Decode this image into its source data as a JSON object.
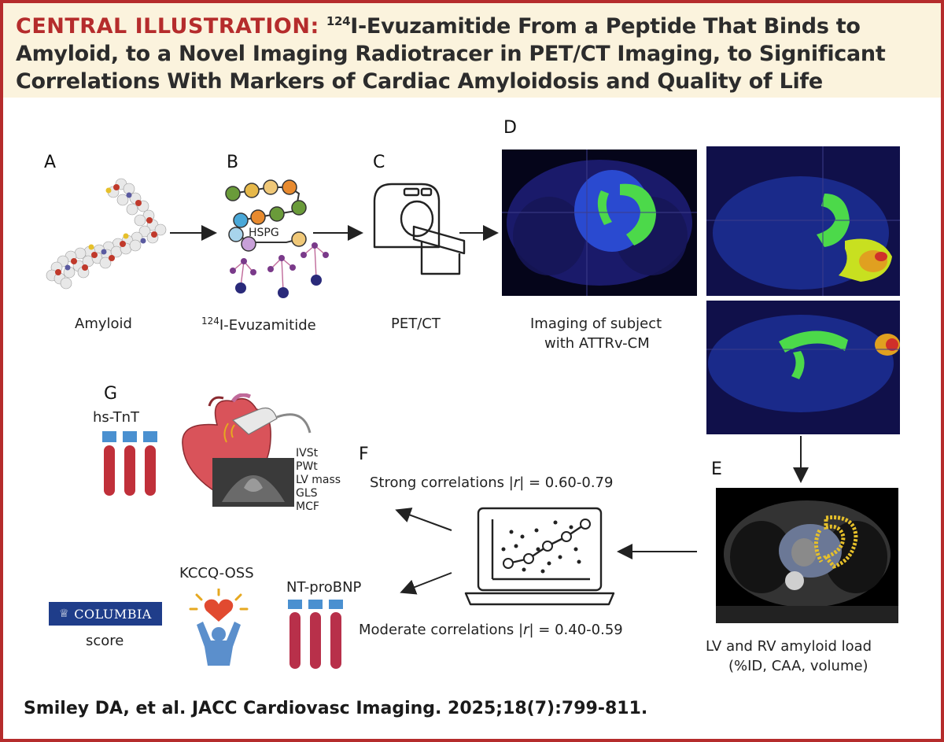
{
  "header": {
    "lead": "CENTRAL ILLUSTRATION:",
    "superscript": "124",
    "line1_rest": "I-Evuzamitide From a Peptide That Binds to",
    "line2": "Amyloid, to a Novel Imaging Radiotracer in PET/CT Imaging, to Significant",
    "line3": "Correlations With Markers of Cardiac Amyloidosis and Quality of Life"
  },
  "panels": {
    "a": {
      "letter": "A",
      "caption": "Amyloid"
    },
    "b": {
      "letter": "B",
      "hspg": "HSPG",
      "caption_sup": "124",
      "caption_rest": "I-Evuzamitide"
    },
    "c": {
      "letter": "C",
      "caption": "PET/CT"
    },
    "d": {
      "letter": "D",
      "caption_line1": "Imaging of subject",
      "caption_line2": "with ATTRv-CM"
    },
    "e": {
      "letter": "E",
      "caption_line1": "LV and RV amyloid load",
      "caption_line2": "(%ID, CAA, volume)"
    },
    "f": {
      "letter": "F",
      "strong_prefix": "Strong correlations |",
      "strong_r": "r",
      "strong_suffix": "| = 0.60-0.79",
      "moderate_prefix": "Moderate correlations |",
      "moderate_r": "r",
      "moderate_suffix": "| = 0.40-0.59"
    },
    "g": {
      "letter": "G",
      "hs_tnt": "hs-TnT",
      "echo_params": [
        "IVSt",
        "PWt",
        "LV mass",
        "GLS",
        "MCF"
      ],
      "kccq": "KCCQ-OSS",
      "ntprobnp": "NT-proBNP",
      "columbia_logo": "COLUMBIA",
      "columbia_caption": "score"
    }
  },
  "citation": "Smiley DA, et al. JACC Cardiovasc Imaging. 2025;18(7):799-811.",
  "colors": {
    "border": "#b52c2c",
    "header_bg": "#fbf3dd",
    "tube": "#c0303a",
    "tube_cap": "#4a90d0",
    "columbia": "#1f3d8a"
  }
}
